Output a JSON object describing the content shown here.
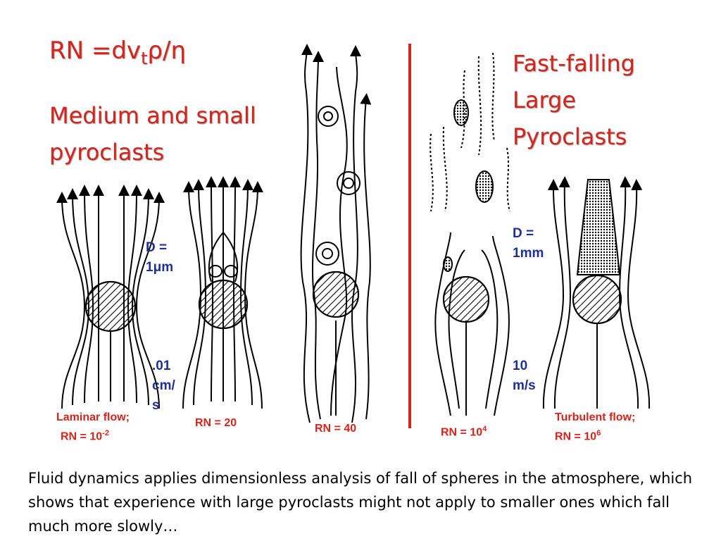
{
  "title": {
    "formula_prefix": "RN =dv",
    "formula_sub": "t",
    "formula_suffix": "ρ/η",
    "left_heading": "Medium and small pyroclasts",
    "right_heading": "Fast-falling Large Pyroclasts"
  },
  "annotations": {
    "small_d": "D =\n1μm",
    "small_v": ".01\ncm/\ns",
    "large_d": "D =\n1mm",
    "large_v": "10\nm/s"
  },
  "labels": {
    "laminar_line1": "Laminar flow;",
    "laminar_line2_base": "RN = 10",
    "laminar_line2_exp": "-2",
    "rn20": "RN = 20",
    "rn40": "RN = 40",
    "rn1e4_base": "RN = 10",
    "rn1e4_exp": "4",
    "turbulent_line1": "Turbulent flow;",
    "turbulent_line2_base": "RN = 10",
    "turbulent_line2_exp": "6"
  },
  "caption": "Fluid dynamics applies dimensionless analysis of fall of spheres in the atmosphere, which shows that experience with large pyroclasts might not apply to smaller ones which fall much more slowly…",
  "colors": {
    "heading_red": "#d6231c",
    "annotation_blue": "#1f2f9a",
    "divider_red": "#d6231c"
  }
}
